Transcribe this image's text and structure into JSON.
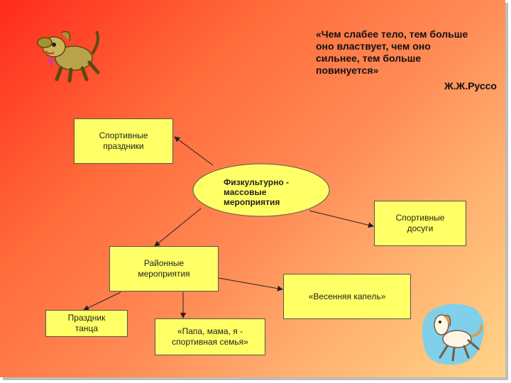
{
  "quote": {
    "text": "«Чем слабее тело, тем больше\nоно властвует, чем оно\nсильнее, тем больше\nповинуется»",
    "author": "Ж.Ж.Руссо"
  },
  "diagram": {
    "center": "Физкультурно -\nмассовые\nмероприятия",
    "sport_holidays": "Спортивные\nпраздники",
    "sport_leisure": "Спортивные\nдосуги",
    "district_events": "Районные\nмероприятия",
    "spring_drops": "«Весенняя капель»",
    "dance_holiday": "Праздник\nтанца",
    "sport_family": "«Папа, мама, я -\nспортивная семья»"
  },
  "colors": {
    "box_fill": "#ffff66",
    "ellipse_fill": "#ffff66"
  },
  "icons": {
    "top_left": "cartoon-dog-icon",
    "bottom_right": "cartoon-horse-icon"
  }
}
